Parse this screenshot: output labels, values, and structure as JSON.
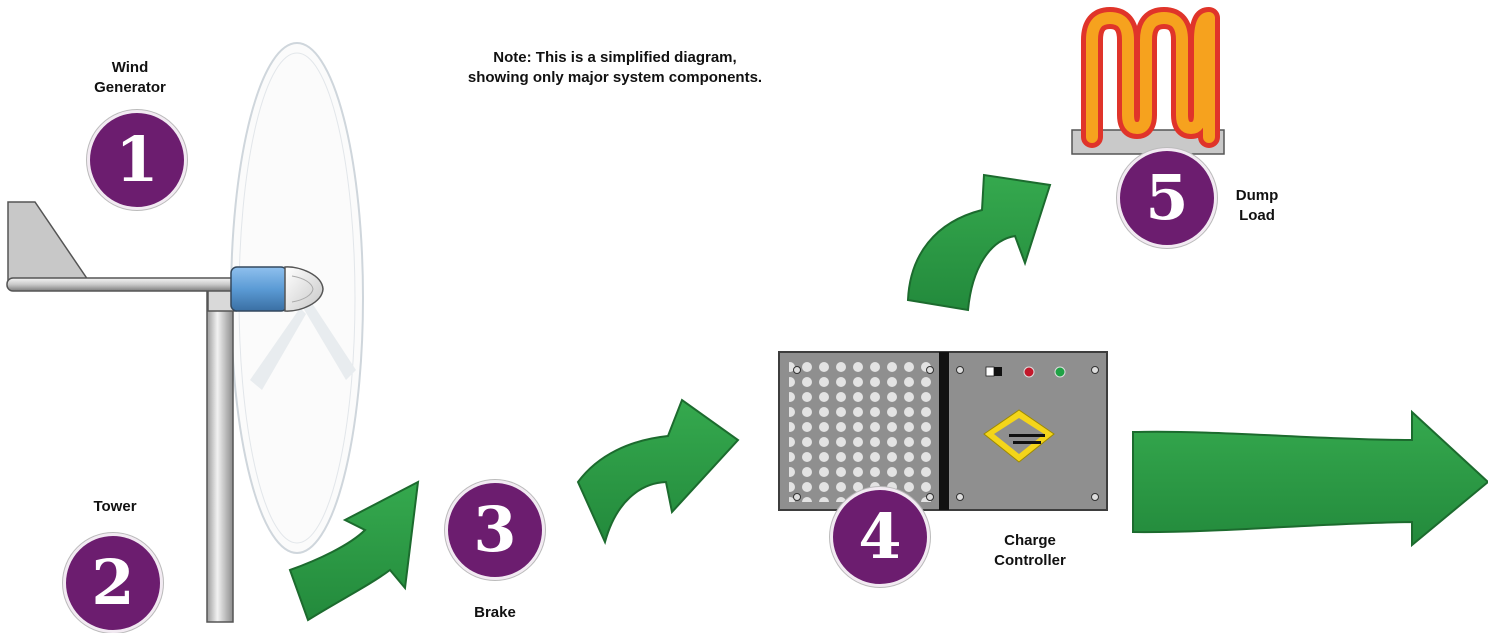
{
  "note": {
    "line1": "Note: This is a simplified diagram,",
    "line2": "showing only major system components."
  },
  "components": [
    {
      "number": "1",
      "label_line1": "Wind",
      "label_line2": "Generator"
    },
    {
      "number": "2",
      "label_line1": "Tower",
      "label_line2": ""
    },
    {
      "number": "3",
      "label_line1": "Brake",
      "label_line2": ""
    },
    {
      "number": "4",
      "label_line1": "Charge",
      "label_line2": "Controller"
    },
    {
      "number": "5",
      "label_line1": "Dump",
      "label_line2": "Load"
    }
  ],
  "colors": {
    "badge": "#6c1d6f",
    "arrow": "#2e9e46",
    "hub": "#5b9bd5",
    "controller_panel": "#9e9e9e",
    "heater": "#f08a1c"
  },
  "icons": [
    "wind-turbine-icon",
    "charge-controller-icon",
    "dump-load-heater-icon",
    "flow-arrow-icon"
  ]
}
